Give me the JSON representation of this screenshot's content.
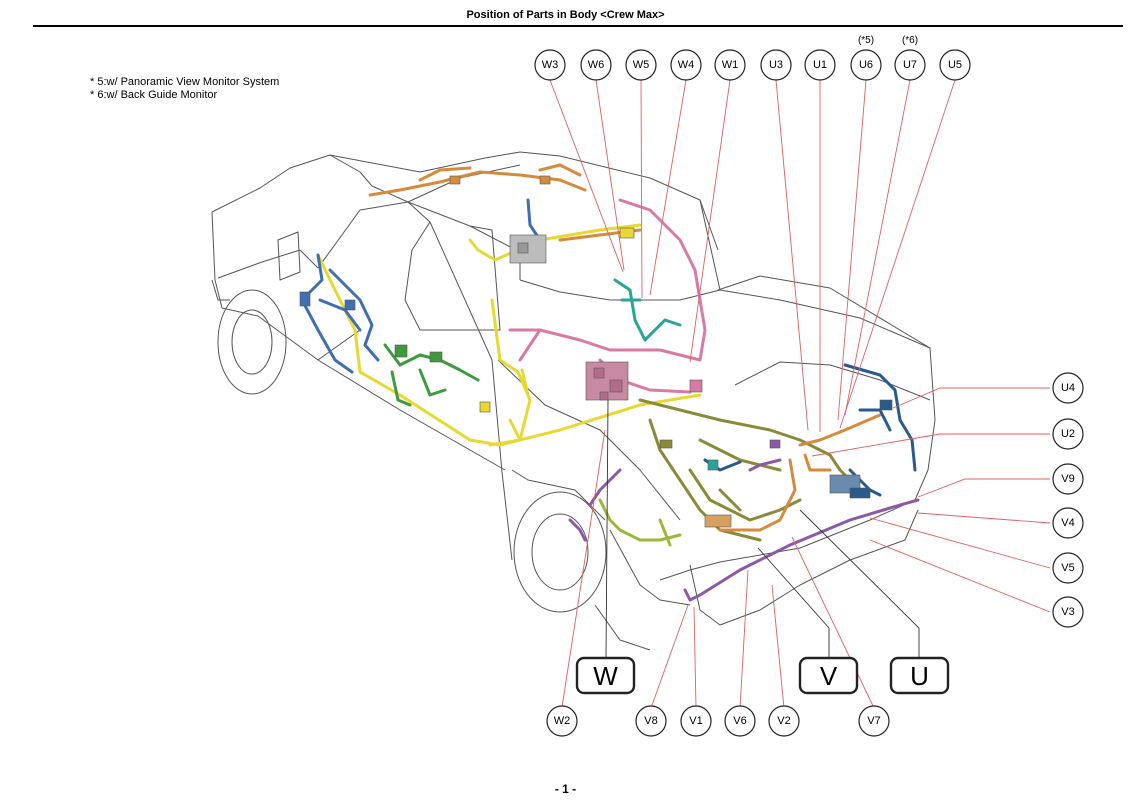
{
  "page": {
    "title": "Position of Parts in Body <Crew Max>",
    "page_number": "- 1 -"
  },
  "notes": [
    "* 5:w/ Panoramic View Monitor System",
    "* 6:w/ Back Guide Monitor"
  ],
  "top_connectors": {
    "w3": "W3",
    "w6": "W6",
    "w5": "W5",
    "w4": "W4",
    "w1": "W1",
    "u3": "U3",
    "u1": "U1",
    "u6": "U6",
    "u7": "U7",
    "u5": "U5"
  },
  "footnote_marks": {
    "u6": "(*5)",
    "u7": "(*6)"
  },
  "right_connectors": {
    "u4": "U4",
    "u2": "U2",
    "v9": "V9",
    "v4": "V4",
    "v5": "V5",
    "v3": "V3"
  },
  "bottom_connectors": {
    "w2": "W2",
    "v8": "V8",
    "v1": "V1",
    "v6": "V6",
    "v2": "V2",
    "v7": "V7"
  },
  "harness_groups": {
    "w": "W",
    "v": "V",
    "u": "U"
  },
  "colors": {
    "wire_yellow": "#e8d832",
    "wire_blue": "#3f6fb0",
    "wire_green": "#3f9a3f",
    "wire_orange": "#d68a3c",
    "wire_pink": "#d87aa6",
    "wire_teal": "#2aa39a",
    "wire_olive": "#8a8a3a",
    "wire_purple": "#8a5aa6",
    "wire_navy": "#285a8c",
    "wire_lime": "#9ab83a",
    "leader_red": "#e06060"
  }
}
